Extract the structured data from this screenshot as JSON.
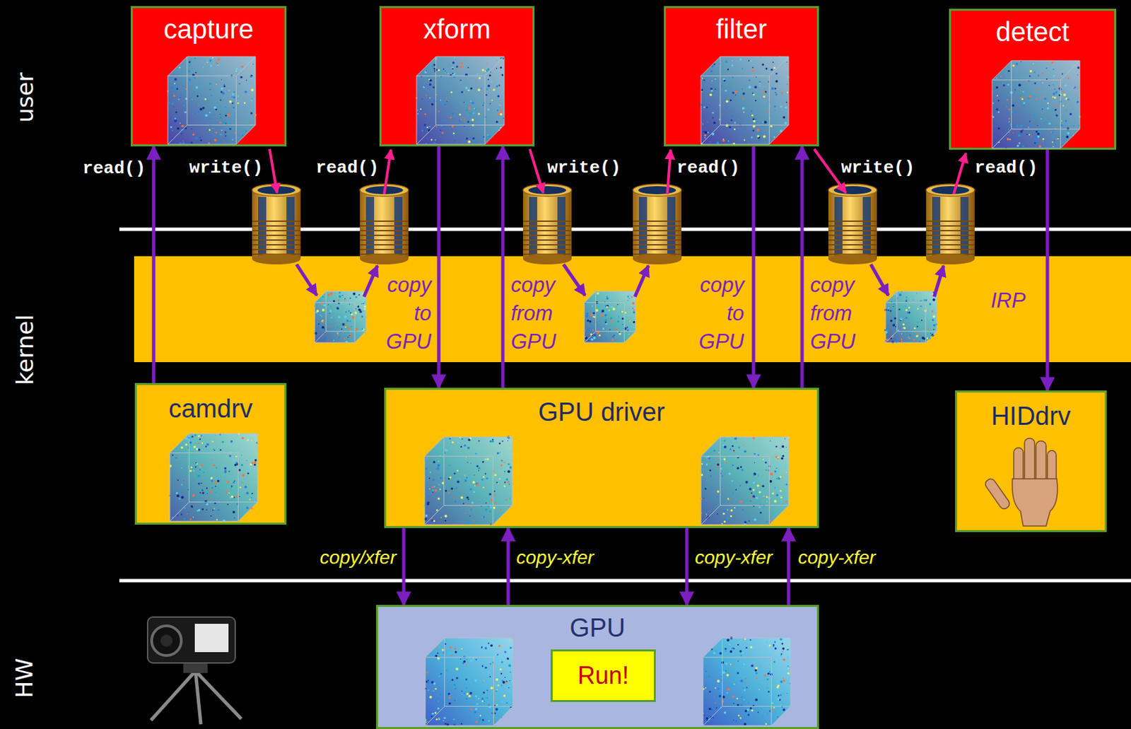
{
  "diagram": {
    "nodes": [
      {
        "text": [
          "capture"
        ]
      },
      {
        "text": [
          "xform"
        ]
      },
      {
        "text": [
          "filter"
        ]
      },
      {
        "text": [
          "detect"
        ]
      },
      {
        "text": [
          "camdrv"
        ]
      },
      {
        "text": [
          "GPU driver"
        ]
      },
      {
        "text": [
          "HIDdrv"
        ]
      },
      {
        "text": [
          "GPU"
        ]
      },
      {
        "text": [
          "Run!"
        ],
        "in": 7
      }
    ],
    "edges": [
      {
        "from": 4,
        "to": 0,
        "arrow": "to",
        "label": "read()"
      },
      {
        "from": 1,
        "to": 5,
        "arrow": "to",
        "label": "copy to GPU"
      },
      {
        "from": 5,
        "to": 1,
        "arrow": "to",
        "label": "copy from GPU"
      },
      {
        "from": 2,
        "to": 5,
        "arrow": "to",
        "label": "copy to GPU"
      },
      {
        "from": 5,
        "to": 2,
        "arrow": "to",
        "label": "copy from GPU"
      },
      {
        "from": 3,
        "to": 6,
        "arrow": "to",
        "label": "IRP"
      },
      {
        "from": 5,
        "to": 7,
        "arrow": "to",
        "label": "copy/xfer"
      },
      {
        "from": 7,
        "to": 5,
        "arrow": "to",
        "label": "copy-xfer"
      },
      {
        "from": 5,
        "to": 7,
        "arrow": "to",
        "label": "copy-xfer"
      },
      {
        "from": 7,
        "to": 5,
        "arrow": "to",
        "label": "copy-xfer"
      }
    ],
    "labels": [
      "user",
      "kernel",
      "HW",
      "write()",
      "read()",
      "write()",
      "read()",
      "write()",
      "read()"
    ]
  }
}
